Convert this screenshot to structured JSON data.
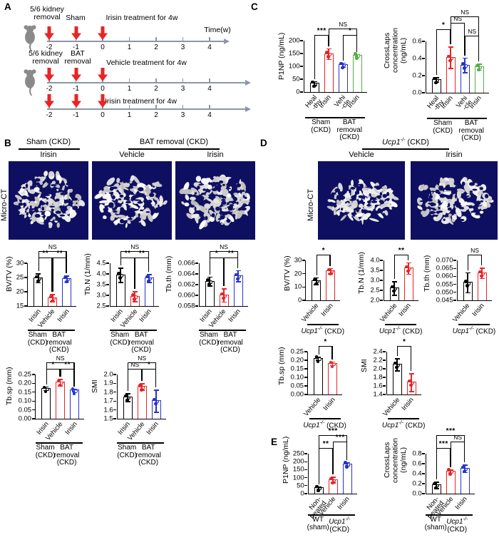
{
  "colors": {
    "black": "#000000",
    "red": "#e62528",
    "blue": "#2733cc",
    "green": "#54b045",
    "navy": "#0f0f62",
    "axis_gray": "#8b96aa",
    "arrow_red": "#e62528",
    "mouse_gray": "#8a8a8a"
  },
  "panel_a": {
    "label": "A",
    "time_axis_label": "Time(w)",
    "tick_labels": [
      "-2",
      "-1",
      "0",
      "1",
      "2",
      "3",
      "4"
    ],
    "timeline1": {
      "event1": "5/6 kidney\nremoval",
      "event2": "Sham",
      "event3": "Irisin treatment for 4w"
    },
    "timeline2": {
      "event1": "5/6 kidney\nremoval",
      "event2": "BAT\nremoval",
      "event3": "Vehicle treatment for 4w"
    },
    "timeline3": {
      "event3": "Irisin treatment for 4w"
    }
  },
  "panel_b": {
    "label": "B",
    "group1": "Sham (CKD)",
    "group2": "BAT removal (CKD)",
    "col1": "Irisin",
    "col2": "Vehicle",
    "col3": "Irisin",
    "row_label": "Micro-CT"
  },
  "panel_c": {
    "label": "C"
  },
  "panel_d": {
    "label": "D",
    "header_gene": "Ucp1",
    "header_sup": "-/-",
    "header_rest": " (CKD)",
    "col1": "Vehicle",
    "col2": "Irisin",
    "row_label": "Micro-CT"
  },
  "panel_e": {
    "label": "E"
  },
  "chart_data": [
    {
      "id": "c_p1np",
      "type": "bar",
      "ylabel": "P1NP (ng/mL)",
      "ylim": [
        0,
        200
      ],
      "yticks": [
        "0",
        "50",
        "100",
        "150",
        "200"
      ],
      "bars": [
        {
          "label": "Heal\n-thy",
          "color": "black",
          "value": 33,
          "err": 10
        },
        {
          "label": "Irisin",
          "color": "red",
          "value": 148,
          "err": 22
        },
        {
          "label": "Vehi\n-cle",
          "color": "blue",
          "value": 105,
          "err": 10
        },
        {
          "label": "Irisin",
          "color": "green",
          "value": 143,
          "err": 5
        }
      ],
      "brackets": [
        {
          "from": 0,
          "to": 1,
          "label": "***",
          "level": 0
        },
        {
          "from": 2,
          "to": 3,
          "label": "*",
          "level": 0
        },
        {
          "from": 1,
          "to": 3,
          "label": "NS",
          "level": 1
        }
      ],
      "groups": [
        {
          "from": 0,
          "to": 1,
          "lines": [
            "Sham",
            "(CKD)"
          ]
        },
        {
          "from": 2,
          "to": 3,
          "lines": [
            "BAT",
            "removal",
            "(CKD)"
          ]
        }
      ]
    },
    {
      "id": "c_crosslaps",
      "type": "bar",
      "ylabel": "CrossLaps\nconcentration\n(ng/mL)",
      "ylim": [
        0,
        0.6
      ],
      "yticks": [
        "0.0",
        "0.2",
        "0.4",
        "0.6"
      ],
      "bars": [
        {
          "label": "Heal\n-thy",
          "color": "black",
          "value": 0.15,
          "err": 0.03
        },
        {
          "label": "Irisin",
          "color": "red",
          "value": 0.41,
          "err": 0.13
        },
        {
          "label": "Vehi\n-cle",
          "color": "blue",
          "value": 0.32,
          "err": 0.09
        },
        {
          "label": "Irisin",
          "color": "green",
          "value": 0.3,
          "err": 0.04
        }
      ],
      "brackets": [
        {
          "from": 2,
          "to": 3,
          "label": "NS",
          "level": 0
        },
        {
          "from": 0,
          "to": 1,
          "label": "*",
          "level": 1
        },
        {
          "from": 1,
          "to": 2,
          "label": "NS",
          "level": 2
        },
        {
          "from": 1,
          "to": 3,
          "label": "NS",
          "level": 3
        }
      ],
      "groups": [
        {
          "from": 0,
          "to": 1,
          "lines": [
            "Sham",
            "(CKD)"
          ]
        },
        {
          "from": 2,
          "to": 3,
          "lines": [
            "BAT",
            "removal",
            "(CKD)"
          ]
        }
      ]
    },
    {
      "id": "b_bvtv",
      "type": "bar",
      "ylabel": "BV/TV (%)",
      "ylim": [
        15,
        30
      ],
      "yticks": [
        "15",
        "20",
        "25",
        "30"
      ],
      "bars": [
        {
          "label": "Irisin",
          "color": "black",
          "value": 24.8,
          "err": 1.7
        },
        {
          "label": "Vehicle",
          "color": "red",
          "value": 17.8,
          "err": 1.4
        },
        {
          "label": "Irisin",
          "color": "blue",
          "value": 24.5,
          "err": 1.2
        }
      ],
      "brackets": [
        {
          "from": 0,
          "to": 1,
          "label": "**",
          "level": 0
        },
        {
          "from": 1,
          "to": 2,
          "label": "**",
          "level": 0
        },
        {
          "from": 0,
          "to": 2,
          "label": "NS",
          "level": 1
        }
      ],
      "groups": [
        {
          "from": 0,
          "to": 0,
          "lines": [
            "Sham",
            "(CKD)"
          ]
        },
        {
          "from": 1,
          "to": 2,
          "lines": [
            "BAT",
            "removal",
            "(CKD)"
          ]
        }
      ]
    },
    {
      "id": "b_tbn",
      "type": "bar",
      "ylabel": "Tb.N (1/mm)",
      "ylim": [
        2.5,
        4.5
      ],
      "yticks": [
        "2.5",
        "3.0",
        "3.5",
        "4.0",
        "4.5"
      ],
      "bars": [
        {
          "label": "Irisin",
          "color": "black",
          "value": 3.95,
          "err": 0.35
        },
        {
          "label": "Vehicle",
          "color": "red",
          "value": 2.95,
          "err": 0.25
        },
        {
          "label": "Irisin",
          "color": "blue",
          "value": 3.8,
          "err": 0.2
        }
      ],
      "brackets": [
        {
          "from": 0,
          "to": 1,
          "label": "**",
          "level": 0
        },
        {
          "from": 1,
          "to": 2,
          "label": "**",
          "level": 0
        },
        {
          "from": 0,
          "to": 2,
          "label": "NS",
          "level": 1
        }
      ],
      "groups": [
        {
          "from": 0,
          "to": 0,
          "lines": [
            "Sham",
            "(CKD)"
          ]
        },
        {
          "from": 1,
          "to": 2,
          "lines": [
            "BAT",
            "removal",
            "(CKD)"
          ]
        }
      ]
    },
    {
      "id": "b_tbth",
      "type": "bar",
      "ylabel": "Tb.th (mm)",
      "ylim": [
        0.058,
        0.066
      ],
      "yticks": [
        "0.058",
        "0.060",
        "0.062",
        "0.064",
        "0.066"
      ],
      "bars": [
        {
          "label": "Irisin",
          "color": "black",
          "value": 0.0626,
          "err": 0.0009
        },
        {
          "label": "Vehicle",
          "color": "red",
          "value": 0.06,
          "err": 0.0013
        },
        {
          "label": "Irisin",
          "color": "blue",
          "value": 0.0636,
          "err": 0.0011
        }
      ],
      "brackets": [
        {
          "from": 0,
          "to": 1,
          "label": "*",
          "level": 0
        },
        {
          "from": 1,
          "to": 2,
          "label": "**",
          "level": 0
        },
        {
          "from": 0,
          "to": 2,
          "label": "NS",
          "level": 1
        }
      ],
      "groups": [
        {
          "from": 0,
          "to": 0,
          "lines": [
            "Sham",
            "(CKD)"
          ]
        },
        {
          "from": 1,
          "to": 2,
          "lines": [
            "BAT",
            "removal",
            "(CKD)"
          ]
        }
      ]
    },
    {
      "id": "b_tbsp",
      "type": "bar",
      "ylabel": "Tb.sp (mm)",
      "ylim": [
        0,
        0.25
      ],
      "yticks": [
        "0.00",
        "0.05",
        "0.10",
        "0.15",
        "0.20",
        "0.25"
      ],
      "bars": [
        {
          "label": "Irisin",
          "color": "black",
          "value": 0.17,
          "err": 0.012
        },
        {
          "label": "Vehicle",
          "color": "red",
          "value": 0.205,
          "err": 0.02
        },
        {
          "label": "Irisin",
          "color": "blue",
          "value": 0.16,
          "err": 0.008
        }
      ],
      "brackets": [
        {
          "from": 0,
          "to": 1,
          "label": "*",
          "level": 0
        },
        {
          "from": 1,
          "to": 2,
          "label": "**",
          "level": 0
        },
        {
          "from": 0,
          "to": 2,
          "label": "NS",
          "level": 1
        }
      ],
      "groups": [
        {
          "from": 0,
          "to": 0,
          "lines": [
            "Sham",
            "(CKD)"
          ]
        },
        {
          "from": 1,
          "to": 2,
          "lines": [
            "BAT",
            "removal",
            "(CKD)"
          ]
        }
      ]
    },
    {
      "id": "b_smi",
      "type": "bar",
      "ylabel": "SMI",
      "ylim": [
        1.5,
        2.0
      ],
      "yticks": [
        "1.5",
        "1.6",
        "1.7",
        "1.8",
        "1.9",
        "2.0"
      ],
      "bars": [
        {
          "label": "Irisin",
          "color": "black",
          "value": 1.74,
          "err": 0.05
        },
        {
          "label": "Vehicle",
          "color": "red",
          "value": 1.86,
          "err": 0.04
        },
        {
          "label": "Irisin",
          "color": "blue",
          "value": 1.7,
          "err": 0.13
        }
      ],
      "brackets": [
        {
          "from": 0,
          "to": 1,
          "label": "NS",
          "level": 0
        },
        {
          "from": 1,
          "to": 2,
          "label": "*",
          "level": 0
        },
        {
          "from": 0,
          "to": 2,
          "label": "NS",
          "level": 1
        }
      ],
      "groups": [
        {
          "from": 0,
          "to": 0,
          "lines": [
            "Sham",
            "(CKD)"
          ]
        },
        {
          "from": 1,
          "to": 2,
          "lines": [
            "BAT",
            "removal",
            "(CKD)"
          ]
        }
      ]
    },
    {
      "id": "d_bvtv",
      "type": "bar",
      "ylabel": "BV/TV (%)",
      "ylim": [
        0,
        30
      ],
      "yticks": [
        "0",
        "10",
        "20",
        "30"
      ],
      "bars": [
        {
          "label": "Vehicle",
          "color": "black",
          "value": 14.5,
          "err": 2.8
        },
        {
          "label": "Irisin",
          "color": "red",
          "value": 22,
          "err": 2.2
        }
      ],
      "brackets": [
        {
          "from": 0,
          "to": 1,
          "label": "*",
          "level": 0
        }
      ],
      "groups": [
        {
          "from": 0,
          "to": 1,
          "lines": [
            {
              "gene": "Ucp1",
              "sup": "-/-",
              "rest": " (CKD)"
            }
          ]
        }
      ]
    },
    {
      "id": "d_tbn",
      "type": "bar",
      "ylabel": "Tb.N (1/mm)",
      "ylim": [
        2.0,
        4.0
      ],
      "yticks": [
        "2.0",
        "2.5",
        "3.0",
        "3.5",
        "4.0"
      ],
      "bars": [
        {
          "label": "Vehicle",
          "color": "black",
          "value": 2.6,
          "err": 0.35
        },
        {
          "label": "Irisin",
          "color": "red",
          "value": 3.6,
          "err": 0.3
        }
      ],
      "brackets": [
        {
          "from": 0,
          "to": 1,
          "label": "**",
          "level": 0
        }
      ],
      "groups": [
        {
          "from": 0,
          "to": 1,
          "lines": [
            {
              "gene": "Ucp1",
              "sup": "-/-",
              "rest": " (CKD)"
            }
          ]
        }
      ]
    },
    {
      "id": "d_tbth",
      "type": "bar",
      "ylabel": "Tb.th (mm)",
      "ylim": [
        0.045,
        0.07
      ],
      "yticks": [
        "0.045",
        "0.050",
        "0.055",
        "0.060",
        "0.065",
        "0.070"
      ],
      "bars": [
        {
          "label": "Vehicle",
          "color": "black",
          "value": 0.056,
          "err": 0.0065
        },
        {
          "label": "Irisin",
          "color": "red",
          "value": 0.062,
          "err": 0.0035
        }
      ],
      "brackets": [
        {
          "from": 0,
          "to": 1,
          "label": "NS",
          "level": 0
        }
      ],
      "groups": [
        {
          "from": 0,
          "to": 1,
          "lines": [
            {
              "gene": "Ucp1",
              "sup": "-/-",
              "rest": " (CKD)"
            }
          ]
        }
      ]
    },
    {
      "id": "d_tbsp",
      "type": "bar",
      "ylabel": "Tb.sp (mm)",
      "ylim": [
        0,
        0.25
      ],
      "yticks": [
        "0.00",
        "0.05",
        "0.10",
        "0.15",
        "0.20",
        "0.25"
      ],
      "bars": [
        {
          "label": "Vehicle",
          "color": "black",
          "value": 0.21,
          "err": 0.012
        },
        {
          "label": "Irisin",
          "color": "red",
          "value": 0.18,
          "err": 0.012
        }
      ],
      "brackets": [
        {
          "from": 0,
          "to": 1,
          "label": "*",
          "level": 0
        }
      ],
      "groups": [
        {
          "from": 0,
          "to": 1,
          "lines": [
            {
              "gene": "Ucp1",
              "sup": "-/-",
              "rest": " (CKD)"
            }
          ]
        }
      ]
    },
    {
      "id": "d_smi",
      "type": "bar",
      "ylabel": "SMI",
      "ylim": [
        1.4,
        2.4
      ],
      "yticks": [
        "1.4",
        "1.6",
        "1.8",
        "2.0",
        "2.2",
        "2.4"
      ],
      "bars": [
        {
          "label": "Vehicle",
          "color": "black",
          "value": 2.1,
          "err": 0.15
        },
        {
          "label": "Irisin",
          "color": "red",
          "value": 1.68,
          "err": 0.22
        }
      ],
      "brackets": [
        {
          "from": 0,
          "to": 1,
          "label": "*",
          "level": 0
        }
      ],
      "groups": [
        {
          "from": 0,
          "to": 1,
          "lines": [
            {
              "gene": "Ucp1",
              "sup": "-/-",
              "rest": " (CKD)"
            }
          ]
        }
      ]
    },
    {
      "id": "e_p1np",
      "type": "bar",
      "ylabel": "P1NP (ng/mL)",
      "ylim": [
        0,
        250
      ],
      "yticks": [
        "0",
        "50",
        "100",
        "150",
        "200",
        "250"
      ],
      "bars": [
        {
          "label": "Non-\ntreated",
          "color": "black",
          "value": 35,
          "err": 8
        },
        {
          "label": "Vehicle",
          "color": "red",
          "value": 85,
          "err": 20
        },
        {
          "label": "Irisin",
          "color": "blue",
          "value": 185,
          "err": 12
        }
      ],
      "brackets": [
        {
          "from": 0,
          "to": 1,
          "label": "**",
          "level": 0
        },
        {
          "from": 1,
          "to": 2,
          "label": "***",
          "level": 1
        },
        {
          "from": 0,
          "to": 2,
          "label": "***",
          "level": 2
        }
      ],
      "groups": [
        {
          "from": 0,
          "to": 0,
          "lines": [
            "WT",
            "(sham)"
          ]
        },
        {
          "from": 1,
          "to": 2,
          "lines": [
            {
              "gene": "Ucp1",
              "sup": "-/-",
              "rest": ""
            },
            "(CKD)"
          ]
        }
      ]
    },
    {
      "id": "e_crosslaps",
      "type": "bar",
      "ylabel": "CrossLaps\nconcentration\n(ng/mL)",
      "ylim": [
        0,
        0.8
      ],
      "yticks": [
        "0.0",
        "0.2",
        "0.4",
        "0.6",
        "0.8"
      ],
      "bars": [
        {
          "label": "Non-\ntreated",
          "color": "black",
          "value": 0.17,
          "err": 0.07
        },
        {
          "label": "Vehicle",
          "color": "red",
          "value": 0.45,
          "err": 0.03
        },
        {
          "label": "Irisin",
          "color": "blue",
          "value": 0.5,
          "err": 0.08
        }
      ],
      "brackets": [
        {
          "from": 0,
          "to": 1,
          "label": "***",
          "level": 0
        },
        {
          "from": 1,
          "to": 2,
          "label": "NS",
          "level": 1
        },
        {
          "from": 0,
          "to": 2,
          "label": "***",
          "level": 2
        }
      ],
      "groups": [
        {
          "from": 0,
          "to": 0,
          "lines": [
            "WT",
            "(sham)"
          ]
        },
        {
          "from": 1,
          "to": 2,
          "lines": [
            {
              "gene": "Ucp1",
              "sup": "-/-",
              "rest": ""
            },
            "(CKD)"
          ]
        }
      ]
    }
  ]
}
